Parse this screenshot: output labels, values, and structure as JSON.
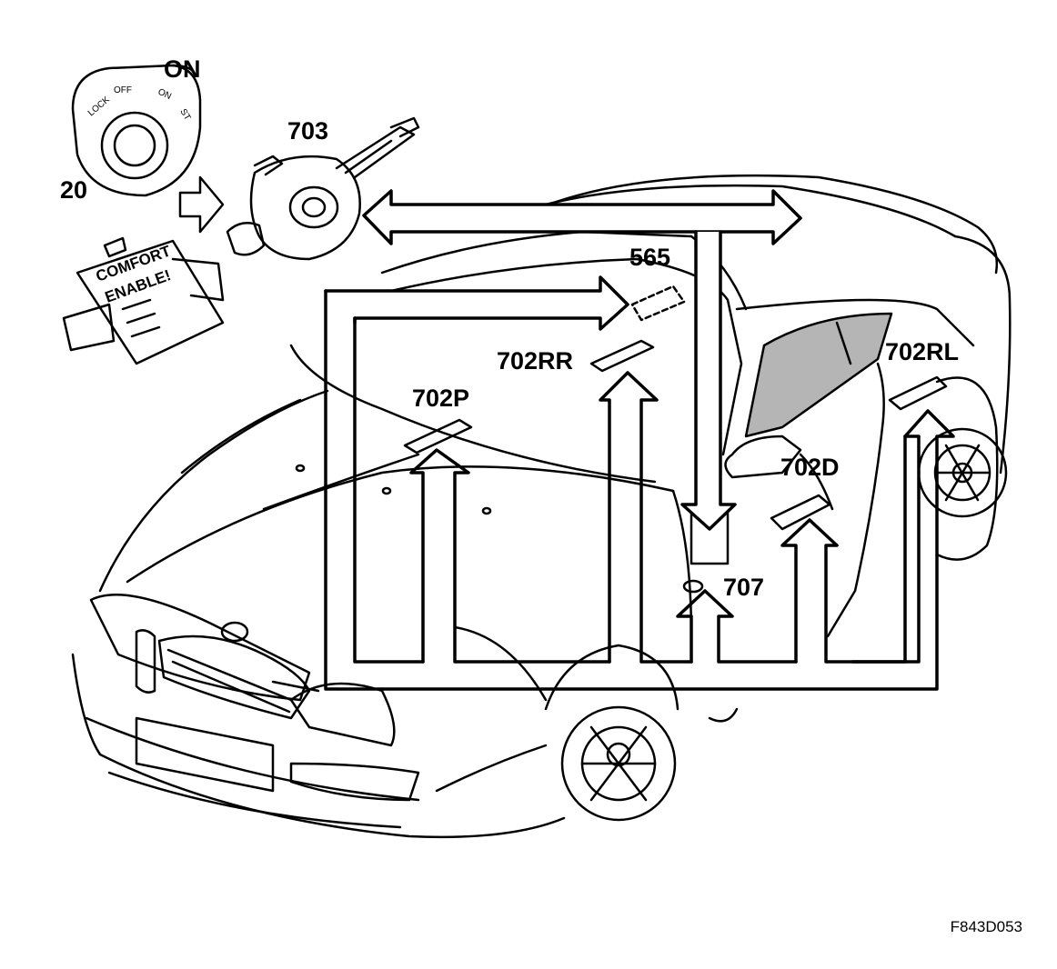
{
  "ignition": {
    "number": "20",
    "on_label": "ON",
    "positions": [
      "LOCK",
      "OFF",
      "ON",
      "ST"
    ]
  },
  "combination_switch": {
    "number": "703"
  },
  "comfort_card": {
    "line1": "COMFORT",
    "line2": "ENABLE!"
  },
  "labels": {
    "n565": "565",
    "n702rr": "702RR",
    "n702p": "702P",
    "n702rl": "702RL",
    "n702d": "702D",
    "n707": "707"
  },
  "figure_id": "F843D053"
}
